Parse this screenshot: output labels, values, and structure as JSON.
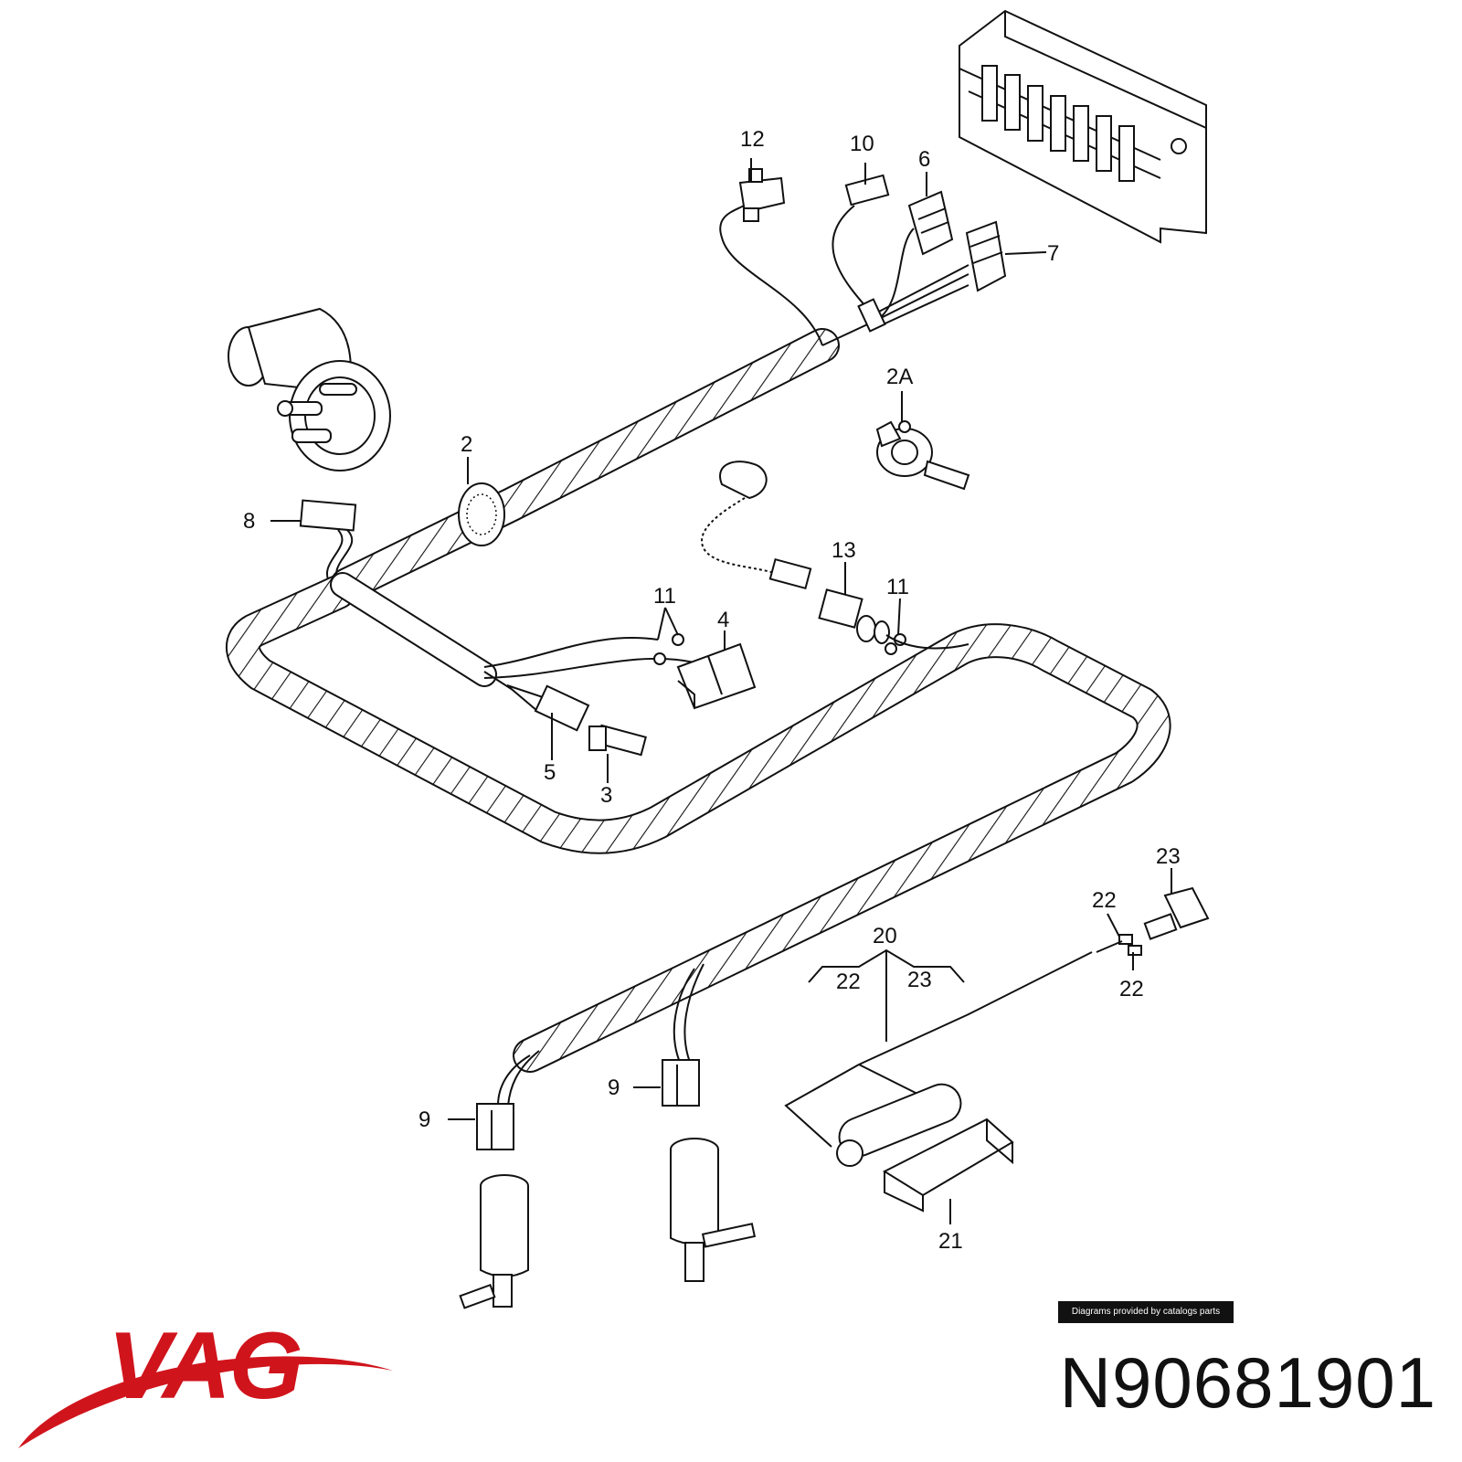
{
  "brand": {
    "name": "VAG",
    "color": "#d0141c"
  },
  "part_number": "N90681901",
  "credit": "Diagrams provided by catalogs parts",
  "callouts": {
    "c12": "12",
    "c10": "10",
    "c6": "6",
    "c7": "7",
    "c2a": "2A",
    "c2": "2",
    "c8": "8",
    "c11a": "11",
    "c4": "4",
    "c13": "13",
    "c11b": "11",
    "c5": "5",
    "c3": "3",
    "c23a": "23",
    "c22a": "22",
    "c20": "20",
    "c22b": "22",
    "c23b": "23",
    "c22c": "22",
    "c9a": "9",
    "c9b": "9",
    "c21": "21"
  },
  "icons": [
    "wiper-motor-icon",
    "fuse-relay-box-icon",
    "washer-pump-icon",
    "clip-icon"
  ]
}
